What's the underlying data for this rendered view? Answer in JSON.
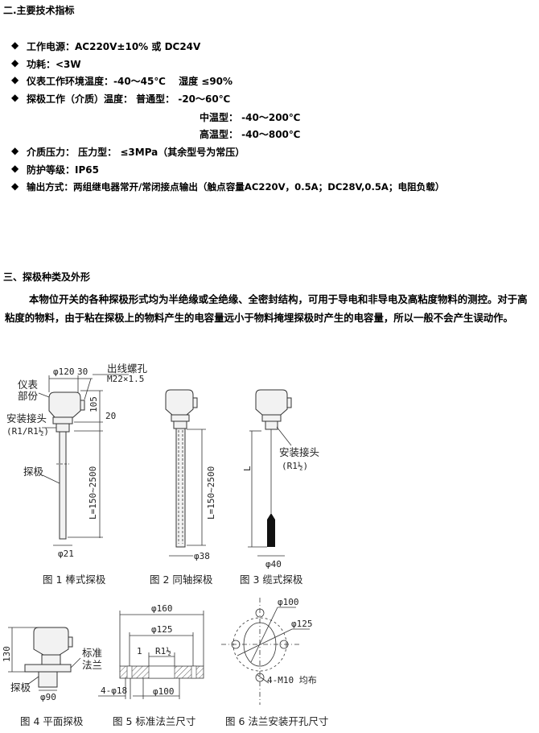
{
  "section2": {
    "title": "二.主要技术指标",
    "items": [
      "工作电源：AC220V±10% 或 DC24V",
      "功耗：<3W",
      "仪表工作环境温度：-40～45℃　 湿度 ≤90%",
      "探极工作（介质）温度： 普通型： -20～60℃",
      "介质压力： 压力型： ≤3MPa（其余型号为常压）",
      "防护等级：IP65",
      "输出方式：两组继电器常开/常闭接点输出（触点容量AC220V，0.5A；DC28V,0.5A；电阻负载）"
    ],
    "temp_mid": "中温型： -40～200℃",
    "temp_high": "高温型： -40～800℃"
  },
  "section3": {
    "title": "三、探极种类及外形",
    "paragraph": "本物位开关的各种探极形式均为半绝缘或全绝缘、全密封结构，可用于导电和非导电及高粘度物料的测控。对于高粘度的物料，由于粘在探极上的物料产生的电容量远小于物料掩埋探极时产生的电容量，所以一般不会产生误动作。"
  },
  "figures": {
    "fig1": {
      "caption": "图 1 棒式探极",
      "d120": "φ120",
      "d30": "30",
      "cable_hole": "出线螺孔",
      "cable_thread": "M22×1.5",
      "meter1": "仪表",
      "meter2": "部份",
      "h105": "105",
      "h20": "20",
      "mount": "安装接头",
      "mount_thread": "(R1/R1½)",
      "probe": "探极",
      "length": "L=150~2500",
      "dia": "φ21"
    },
    "fig2": {
      "caption": "图 2 同轴探极",
      "length": "L=150~2500",
      "dia": "φ38"
    },
    "fig3": {
      "caption": "图 3 缆式探极",
      "length": "L",
      "mount": "安装接头",
      "mount_thread": "(R1½)",
      "dia": "φ40"
    },
    "fig4": {
      "caption": "图 4 平面探极",
      "h130": "130",
      "flange1": "标准",
      "flange2": "法兰",
      "probe": "探极",
      "dia": "φ90"
    },
    "fig5": {
      "caption": "图 5 标准法兰尺寸",
      "d160": "φ160",
      "d125": "φ125",
      "r": "R1½",
      "one": "1",
      "d100": "φ100",
      "holes": "4-φ18"
    },
    "fig6": {
      "caption": "图 6 法兰安装开孔尺寸",
      "d100": "φ100",
      "d125": "φ125",
      "bolts": "4-M10 均布"
    }
  }
}
